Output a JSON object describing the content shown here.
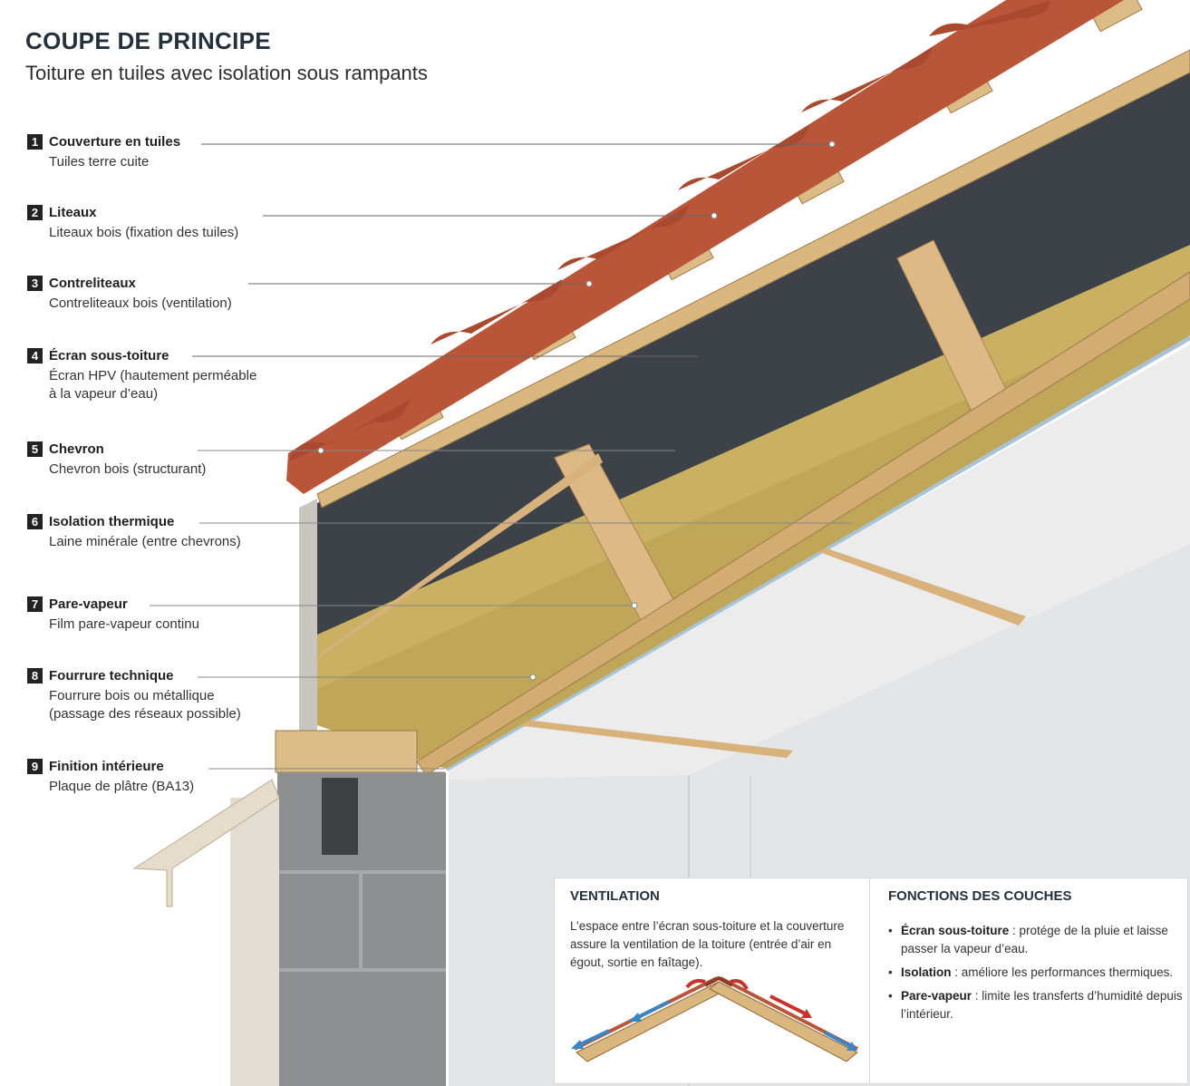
{
  "header": {
    "title": "COUPE DE PRINCIPE",
    "subtitle": "Toiture en tuiles avec isolation sous rampants"
  },
  "layers": [
    {
      "num": "1",
      "name": "Couverture en tuiles",
      "desc": "Tuiles terre cuite"
    },
    {
      "num": "2",
      "name": "Liteaux",
      "desc": "Liteaux bois (fixation des tuiles)"
    },
    {
      "num": "3",
      "name": "Contreliteaux",
      "desc": "Contreliteaux bois (ventilation)"
    },
    {
      "num": "4",
      "name": "Écran sous-toiture",
      "desc": "Écran HPV (hautement perméable",
      "desc2": "à la vapeur d’eau)"
    },
    {
      "num": "5",
      "name": "Chevron",
      "desc": "Chevron bois (structurant)"
    },
    {
      "num": "6",
      "name": "Isolation thermique",
      "desc": "Laine minérale (entre chevrons)"
    },
    {
      "num": "7",
      "name": "Pare-vapeur",
      "desc": "Film pare-vapeur continu"
    },
    {
      "num": "8",
      "name": "Fourrure technique",
      "desc": "Fourrure bois ou métallique",
      "desc2": "(passage des réseaux possible)"
    },
    {
      "num": "9",
      "name": "Finition intérieure",
      "desc": "Plaque de plâtre (BA13)"
    }
  ],
  "ventilation": {
    "title": "VENTILATION",
    "text": "L’espace entre l’écran sous-toiture et la couverture assure la ventilation de la toiture (entrée d’air en égout, sortie en faîtage)."
  },
  "functions": {
    "title": "FONCTIONS DES COUCHES",
    "items": [
      {
        "term": "Écran sous-toiture",
        "text": " : protége de la pluie et laisse passer la vapeur d’eau."
      },
      {
        "term": "Isolation",
        "text": " : améliore les performances thermiques."
      },
      {
        "term": "Pare-vapeur",
        "text": " : limite les transferts d’humidité depuis l’intérieur."
      }
    ]
  },
  "colors": {
    "tile": "#b9563a",
    "tile_dark": "#8e3b25",
    "batten": "#d9b77f",
    "membrane": "#3d4248",
    "insulation": "#c9b062",
    "rafter": "#dcb985",
    "plaster": "#ebeced",
    "block": "#8d8f91",
    "leader": "#666666",
    "arrow_out": "#c8322b",
    "arrow_in": "#3a86c4"
  }
}
